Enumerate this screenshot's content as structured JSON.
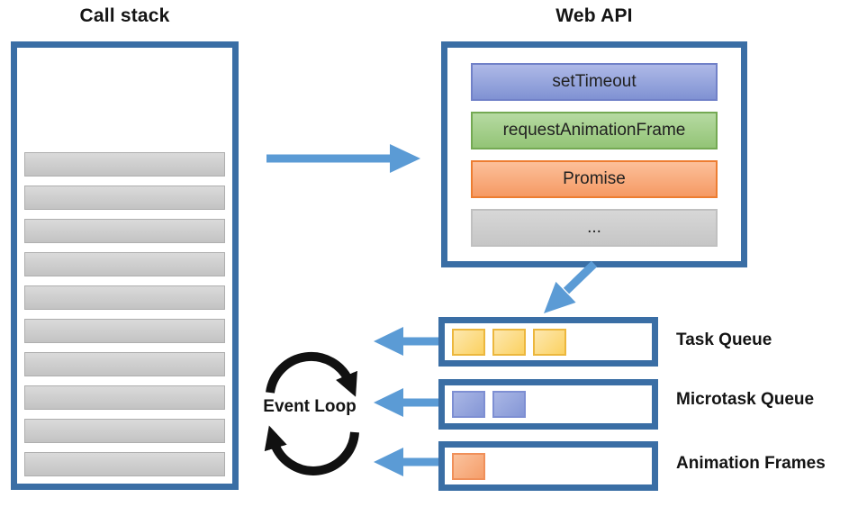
{
  "call_stack": {
    "title": "Call stack",
    "frame_count": 10,
    "frame_color": "#cccccc"
  },
  "web_api": {
    "title": "Web API",
    "items": [
      {
        "label": "setTimeout",
        "color": "#8ea0dc"
      },
      {
        "label": "requestAnimationFrame",
        "color": "#9fcc85"
      },
      {
        "label": "Promise",
        "color": "#f8aa7b"
      },
      {
        "label": "...",
        "color": "#cccccc"
      }
    ]
  },
  "queues": {
    "task": {
      "label": "Task Queue",
      "item_count": 3,
      "item_color": "#fbd469"
    },
    "microtask": {
      "label": "Microtask Queue",
      "item_count": 2,
      "item_color": "#8d9eda"
    },
    "animation": {
      "label": "Animation Frames",
      "item_count": 1,
      "item_color": "#f6a878"
    }
  },
  "event_loop": {
    "label": "Event Loop"
  },
  "colors": {
    "box_border": "#3a6ea5",
    "arrow": "#5b9bd5",
    "loop_arrow": "#111111"
  }
}
